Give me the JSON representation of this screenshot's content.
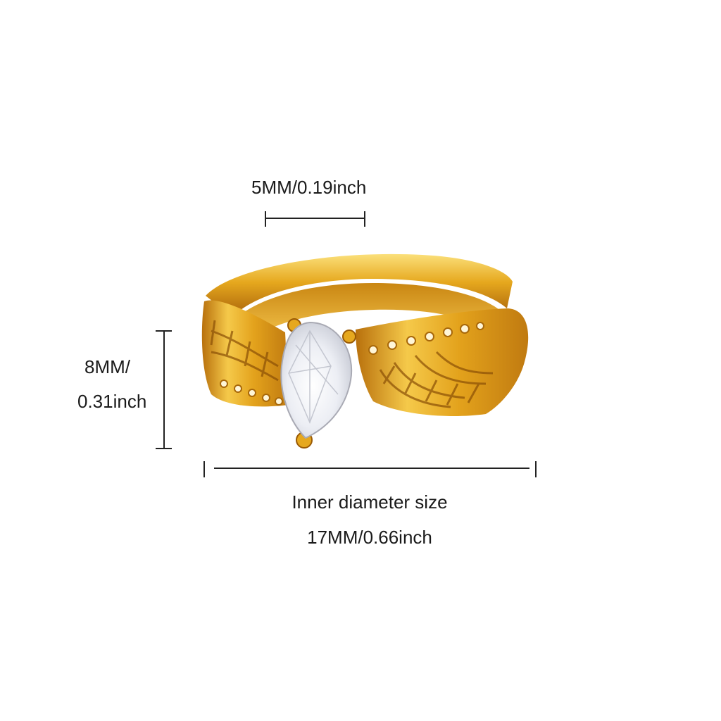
{
  "measurements": {
    "width": "5MM/0.19inch",
    "height_line1": "8MM/",
    "height_line2": "0.31inch",
    "diameter_line1": "Inner diameter size",
    "diameter_line2": "17MM/0.66inch"
  },
  "colors": {
    "gold_light": "#f7d05a",
    "gold_mid": "#e0a21a",
    "gold_dark": "#9a5a05",
    "stone": "#f4f4f8",
    "line": "#222222"
  }
}
